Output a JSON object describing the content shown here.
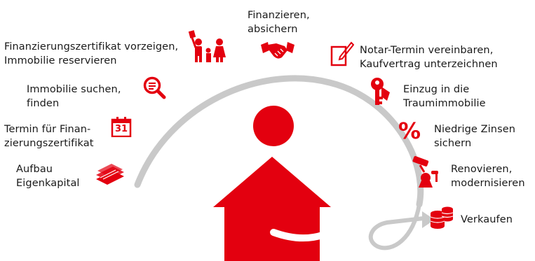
{
  "steps": {
    "aufbau": {
      "line1": "Aufbau",
      "line2": "Eigenkapital",
      "icon": "money-stack-icon"
    },
    "termin": {
      "line1": "Termin für Finan-",
      "line2": "zierungszertifikat",
      "icon": "calendar-icon",
      "calendar_day": "31"
    },
    "suchen": {
      "line1": "Immobilie suchen,",
      "line2": "finden",
      "icon": "magnifier-icon"
    },
    "zertifikat": {
      "line1": "Finanzierungszertifikat vorzeigen,",
      "line2": "Immobilie reservieren",
      "icon": "family-icon"
    },
    "finanzieren": {
      "line1": "Finanzieren,",
      "line2": "absichern",
      "icon": "handshake-icon"
    },
    "notar": {
      "line1": "Notar-Termin vereinbaren,",
      "line2": "Kaufvertrag unterzeichnen",
      "icon": "contract-pen-icon"
    },
    "einzug": {
      "line1": "Einzug in die",
      "line2": "Traumimmobilie",
      "icon": "key-icon"
    },
    "zinsen": {
      "line1": "Niedrige Zinsen",
      "line2": "sichern",
      "icon": "percent-icon",
      "symbol": "%"
    },
    "renovieren": {
      "line1": "Renovieren,",
      "line2": "modernisieren",
      "icon": "paint-roller-icon"
    },
    "verkaufen": {
      "line1": "Verkaufen",
      "icon": "coins-icon"
    }
  },
  "colors": {
    "accent": "#e3000f",
    "arc": "#c9c9c9",
    "text": "#1a1a1a"
  },
  "center_icon": "house-person-icon"
}
